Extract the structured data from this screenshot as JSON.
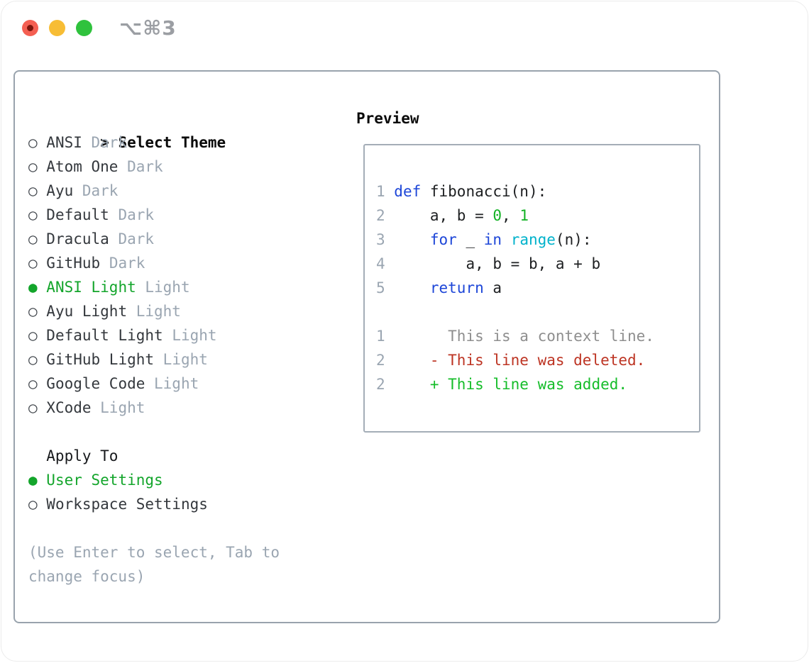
{
  "titlebar": {
    "shortcut": "⌥⌘3"
  },
  "glyphs": {
    "radio_selected": "●",
    "radio_unselected": "○"
  },
  "colors": {
    "selected_green": "#13a52b",
    "keyword_blue": "#1d46d8",
    "builtin_cyan": "#00b2cb",
    "literal_green": "#12b224",
    "deleted_red": "#bd3423",
    "added_green": "#16bd2a",
    "muted_gray": "#9aa5b1",
    "context_gray": "#8e8e8e",
    "panel_border_gray": "#99a3ad",
    "traffic_red": "#f45f52",
    "traffic_yellow": "#f7bd35",
    "traffic_green": "#2fc23d"
  },
  "theme_panel": {
    "header_prefix": "> ",
    "header": "Select Theme",
    "items": [
      {
        "label": "ANSI",
        "variant": "Dark",
        "selected": false
      },
      {
        "label": "Atom One",
        "variant": "Dark",
        "selected": false
      },
      {
        "label": "Ayu",
        "variant": "Dark",
        "selected": false
      },
      {
        "label": "Default",
        "variant": "Dark",
        "selected": false
      },
      {
        "label": "Dracula",
        "variant": "Dark",
        "selected": false
      },
      {
        "label": "GitHub",
        "variant": "Dark",
        "selected": false
      },
      {
        "label": "ANSI Light",
        "variant": "Light",
        "selected": true
      },
      {
        "label": "Ayu Light",
        "variant": "Light",
        "selected": false
      },
      {
        "label": "Default Light",
        "variant": "Light",
        "selected": false
      },
      {
        "label": "GitHub Light",
        "variant": "Light",
        "selected": false
      },
      {
        "label": "Google Code",
        "variant": "Light",
        "selected": false
      },
      {
        "label": "XCode",
        "variant": "Light",
        "selected": false
      }
    ],
    "apply_to": {
      "header": "Apply To",
      "options": [
        {
          "label": "User Settings",
          "selected": true
        },
        {
          "label": "Workspace Settings",
          "selected": false
        }
      ]
    },
    "hint_lines": [
      "(Use Enter to select, Tab to",
      "change focus)"
    ]
  },
  "preview": {
    "header": "Preview",
    "code_lines": [
      {
        "tokens": [
          {
            "t": "1 ",
            "s": "ln"
          },
          {
            "t": "def",
            "s": "kw"
          },
          {
            "t": " fibonacci(n):",
            "s": "pl"
          }
        ]
      },
      {
        "tokens": [
          {
            "t": "2 ",
            "s": "ln"
          },
          {
            "t": "    a, b = ",
            "s": "pl"
          },
          {
            "t": "0",
            "s": "lit"
          },
          {
            "t": ", ",
            "s": "pl"
          },
          {
            "t": "1",
            "s": "lit"
          }
        ]
      },
      {
        "tokens": [
          {
            "t": "3 ",
            "s": "ln"
          },
          {
            "t": "    ",
            "s": "pl"
          },
          {
            "t": "for",
            "s": "kw"
          },
          {
            "t": " _ ",
            "s": "pl"
          },
          {
            "t": "in",
            "s": "kw"
          },
          {
            "t": " ",
            "s": "pl"
          },
          {
            "t": "range",
            "s": "fn"
          },
          {
            "t": "(n):",
            "s": "pl"
          }
        ]
      },
      {
        "tokens": [
          {
            "t": "4 ",
            "s": "ln"
          },
          {
            "t": "        a, b = b, a + b",
            "s": "pl"
          }
        ]
      },
      {
        "tokens": [
          {
            "t": "5 ",
            "s": "ln"
          },
          {
            "t": "    ",
            "s": "pl"
          },
          {
            "t": "return",
            "s": "kw"
          },
          {
            "t": " a",
            "s": "pl"
          }
        ]
      }
    ],
    "diff_lines": [
      {
        "tokens": [
          {
            "t": "1",
            "s": "ln"
          },
          {
            "t": "       This is a context line.",
            "s": "ctx"
          }
        ]
      },
      {
        "tokens": [
          {
            "t": "2",
            "s": "ln"
          },
          {
            "t": "     - This line was deleted.",
            "s": "del"
          }
        ]
      },
      {
        "tokens": [
          {
            "t": "2",
            "s": "ln"
          },
          {
            "t": "     + This line was added.",
            "s": "add"
          }
        ]
      }
    ]
  }
}
